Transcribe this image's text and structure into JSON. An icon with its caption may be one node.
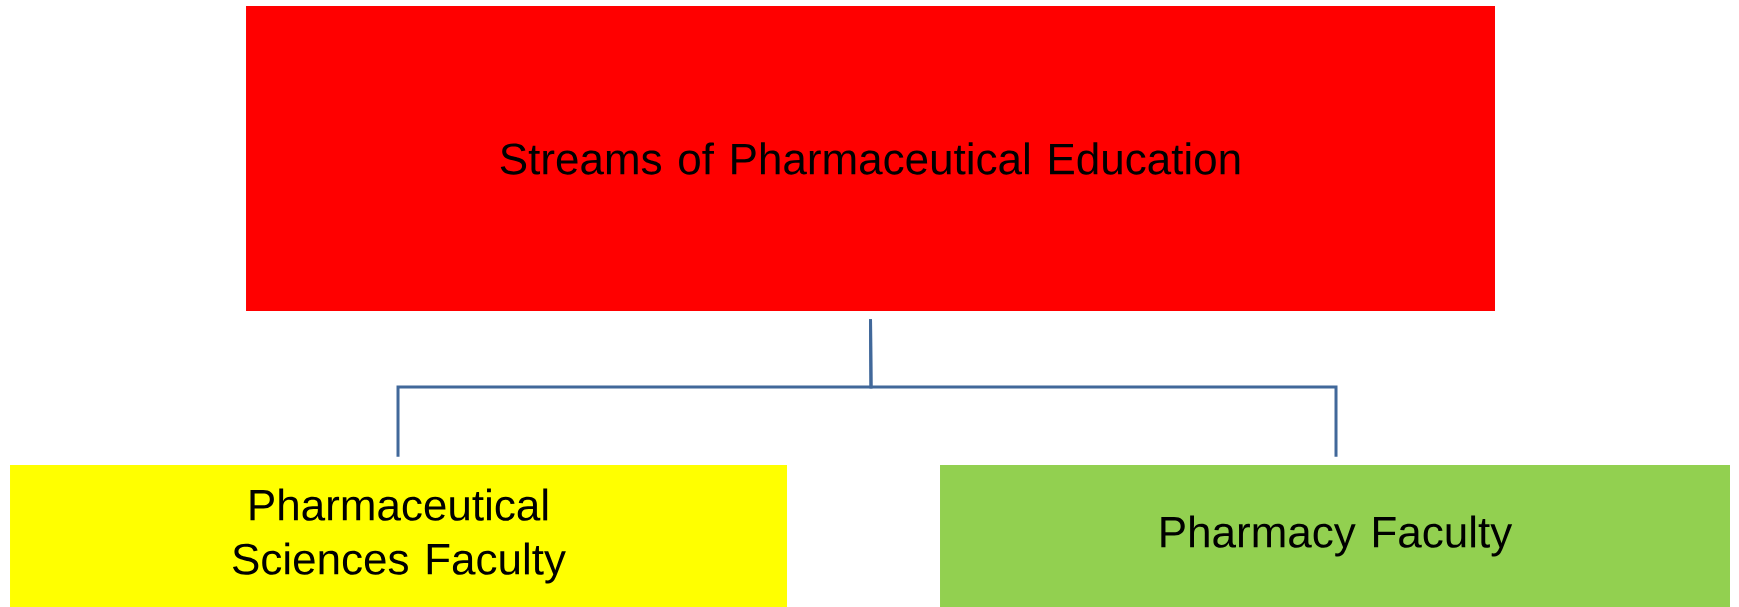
{
  "diagram": {
    "nodes": [
      {
        "text": [
          "Streams of Pharmaceutical Education"
        ]
      },
      {
        "text": [
          "Pharmaceutical Sciences Faculty"
        ]
      },
      {
        "text": [
          "Pharmacy Faculty"
        ]
      }
    ],
    "edges": [
      {
        "from": 0,
        "to": 1,
        "arrow": "none"
      },
      {
        "from": 0,
        "to": 2,
        "arrow": "none"
      }
    ]
  }
}
